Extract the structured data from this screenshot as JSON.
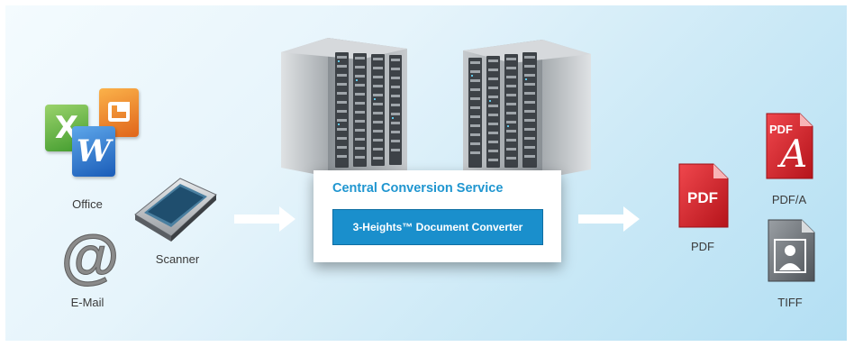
{
  "inputs": {
    "office_label": "Office",
    "email_label": "E-Mail",
    "scanner_label": "Scanner",
    "excel_letter": "X",
    "word_letter": "W"
  },
  "central": {
    "title": "Central Conversion Service",
    "converter_label": "3-Heights™ Document Converter"
  },
  "outputs": {
    "pdf_label": "PDF",
    "pdf_icon_text": "PDF",
    "pdfa_label": "PDF/A",
    "pdfa_icon_text": "PDF",
    "pdfa_letter": "A",
    "tiff_label": "TIFF"
  },
  "colors": {
    "accent_blue": "#1a8fcc",
    "title_blue": "#2096d0",
    "pdf_red": "#d8232a",
    "excel_green": "#4fa337",
    "ppt_orange": "#e8731c",
    "word_blue": "#1f6fc5"
  }
}
